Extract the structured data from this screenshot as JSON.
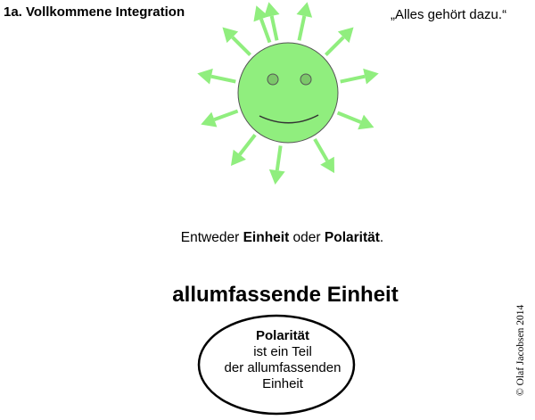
{
  "header": {
    "title": "1a. Vollkommene Integration",
    "quote": "„Alles gehört dazu.“"
  },
  "sun": {
    "face_color": "#90ee7e",
    "ray_color": "#90ee7e",
    "outline_color": "#555555",
    "eye_color": "#7cc76a",
    "icon": "smiling-sun-icon"
  },
  "statement": {
    "pre": "Entweder ",
    "term1": "Einheit",
    "mid": " oder ",
    "term2": "Polarität",
    "post": "."
  },
  "heading": "allumfassende Einheit",
  "ellipse": {
    "line1": "Polarität",
    "line2": "ist ein Teil",
    "line3": "der allumfassenden",
    "line4": "Einheit"
  },
  "copyright": "© Olaf Jacobsen 2014"
}
